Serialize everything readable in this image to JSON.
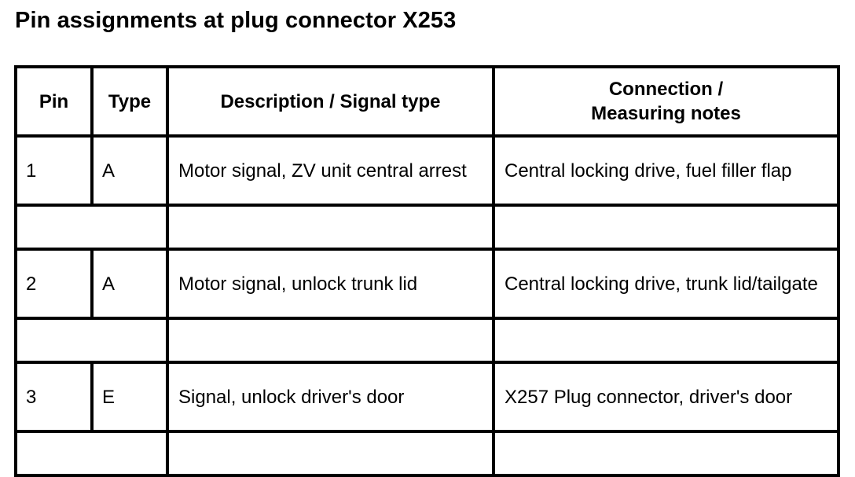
{
  "document": {
    "title": "Pin assignments at plug connector X253"
  },
  "table": {
    "headers": {
      "pin": "Pin",
      "type": "Type",
      "description": "Description / Signal type",
      "connection_line1": "Connection /",
      "connection_line2": "Measuring notes"
    },
    "rows": [
      {
        "pin": "1",
        "type": "A",
        "description": "Motor signal, ZV unit central arrest",
        "connection": "Central locking drive, fuel filler flap"
      },
      {
        "pin": "2",
        "type": "A",
        "description": "Motor signal, unlock trunk lid",
        "connection": "Central locking drive, trunk lid/tailgate"
      },
      {
        "pin": "3",
        "type": "E",
        "description": "Signal, unlock driver's door",
        "connection": "X257 Plug connector, driver's door"
      }
    ]
  }
}
